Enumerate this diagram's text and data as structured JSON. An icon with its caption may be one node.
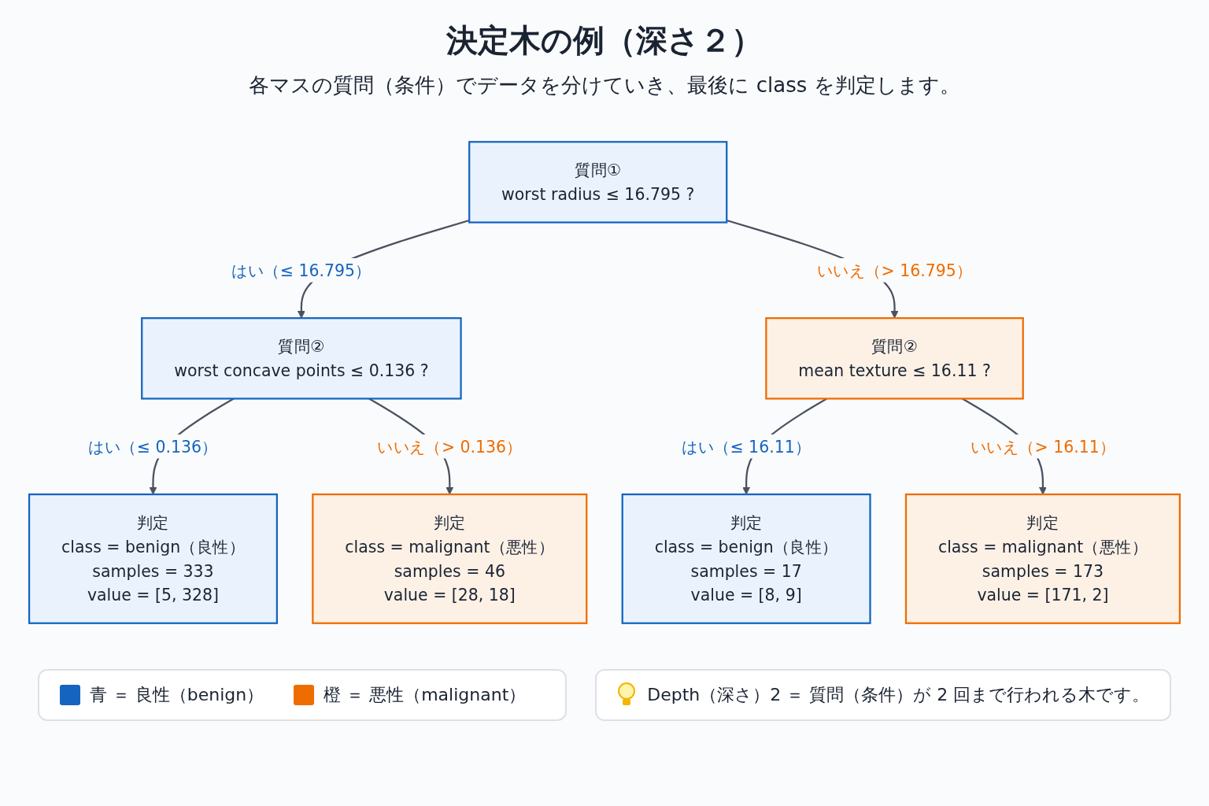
{
  "diagram": {
    "title": "決定木の例（深さ２）",
    "caption": "各マスの質問（条件）でデータを分けていき、最後に class を判定します。",
    "nodes": [
      {
        "text": [
          "質問①",
          "worst radius ≤ 16.795 ?"
        ]
      },
      {
        "text": [
          "質問②",
          "worst concave points ≤ 0.136 ?"
        ]
      },
      {
        "text": [
          "質問②",
          "mean texture ≤ 16.11 ?"
        ]
      },
      {
        "text": [
          "判定",
          "class = benign（良性）",
          "samples = 333",
          "value = [5, 328]"
        ]
      },
      {
        "text": [
          "判定",
          "class = malignant（悪性）",
          "samples = 46",
          "value = [28, 18]"
        ]
      },
      {
        "text": [
          "判定",
          "class = benign（良性）",
          "samples = 17",
          "value = [8, 9]"
        ]
      },
      {
        "text": [
          "判定",
          "class = malignant（悪性）",
          "samples = 173",
          "value = [171, 2]"
        ]
      }
    ],
    "edges": [
      {
        "from": 0,
        "to": 1,
        "arrow": "to",
        "label": "はい（≤ 16.795）"
      },
      {
        "from": 0,
        "to": 2,
        "arrow": "to",
        "label": "いいえ（> 16.795）"
      },
      {
        "from": 1,
        "to": 3,
        "arrow": "to",
        "label": "はい（≤ 0.136）"
      },
      {
        "from": 1,
        "to": 4,
        "arrow": "to",
        "label": "いいえ（> 0.136）"
      },
      {
        "from": 2,
        "to": 5,
        "arrow": "to",
        "label": "はい（≤ 16.11）"
      },
      {
        "from": 2,
        "to": 6,
        "arrow": "to",
        "label": "いいえ（> 16.11）"
      }
    ],
    "labels": [
      "Depth（深さ）2 ＝ 質問（条件）が 2 回まで行われる木です。"
    ],
    "legend": [
      {
        "text": "青 ＝ 良性（benign）",
        "color": "#1565c0"
      },
      {
        "text": "橙 ＝ 悪性（malignant）",
        "color": "#ef6c00"
      }
    ]
  }
}
